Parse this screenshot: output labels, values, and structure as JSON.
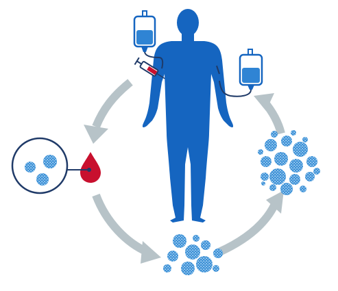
{
  "diagram": {
    "colors": {
      "body": "#1565c0",
      "arrow": "#b7c3c8",
      "cell": "#3a8fd6",
      "cell_dot": "#bfe0f7",
      "blood": "#c8102e",
      "bag_outline": "#1565c0",
      "bag_fill": "#2f84d4",
      "line": "#1f3a68",
      "circle_border": "#1f3a68"
    },
    "icons": {
      "figure": "human-body-icon",
      "iv_left": "iv-bag-icon",
      "iv_right": "iv-bag-icon",
      "syringe": "syringe-icon",
      "blood": "blood-drop-icon",
      "magnifier": "cell-sample-icon"
    },
    "steps": [
      "blood-draw",
      "cell-isolation",
      "cell-expansion",
      "cell-reinfusion"
    ]
  }
}
